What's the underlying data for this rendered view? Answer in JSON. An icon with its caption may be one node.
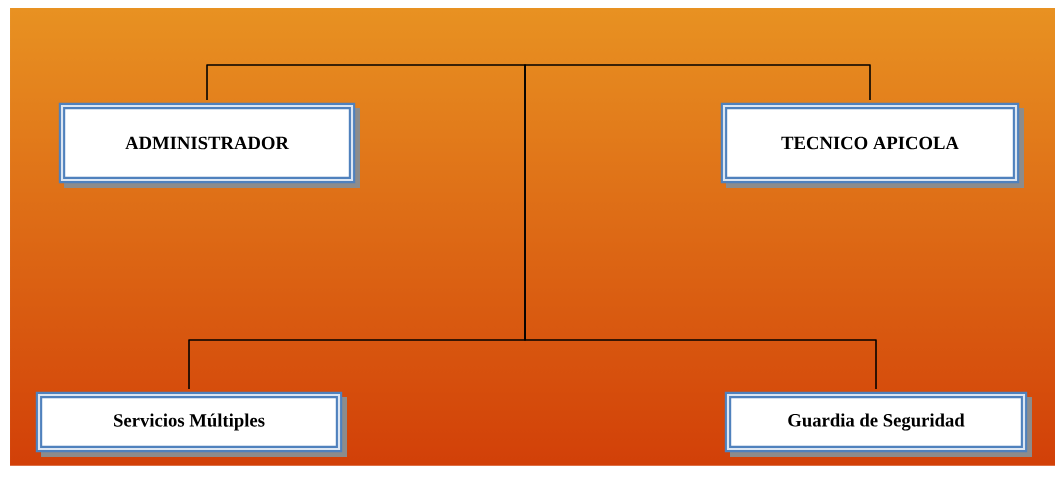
{
  "diagram": {
    "nodes": [
      {
        "text": [
          "ADMINISTRADOR"
        ]
      },
      {
        "text": [
          "TECNICO APICOLA"
        ]
      },
      {
        "text": [
          "Servicios Múltiples"
        ]
      },
      {
        "text": [
          "Guardia de Seguridad"
        ]
      }
    ],
    "edges": [
      {
        "from": 0,
        "to": 2,
        "arrow": "none"
      },
      {
        "from": 0,
        "to": 3,
        "arrow": "none"
      },
      {
        "from": 1,
        "to": 2,
        "arrow": "none"
      },
      {
        "from": 1,
        "to": 3,
        "arrow": "none"
      }
    ]
  }
}
